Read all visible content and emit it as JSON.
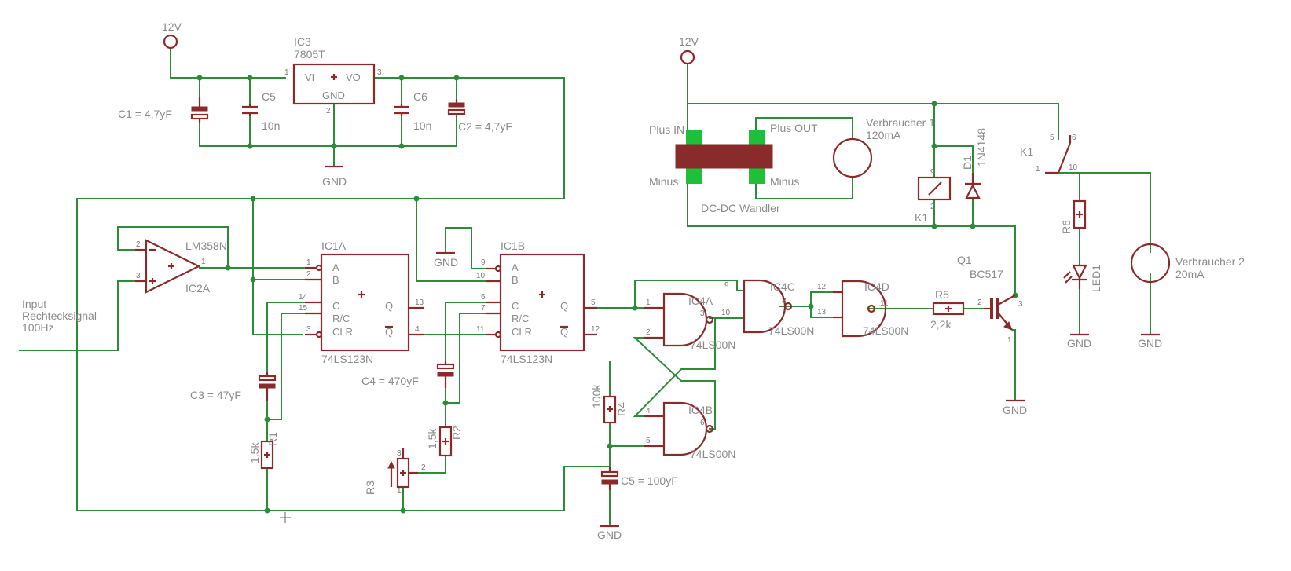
{
  "power": {
    "v12_left": "12V",
    "v12_right": "12V",
    "gnd": "GND"
  },
  "regulator": {
    "ref": "IC3",
    "part": "7805T",
    "pin_vi": "VI",
    "pin_vo": "VO",
    "pin_gnd": "GND",
    "pin1": "1",
    "pin2": "2",
    "pin3": "3"
  },
  "caps": {
    "c1": "C1 = 4,7yF",
    "c5_ref": "C5",
    "c5_val": "10n",
    "c6_ref": "C6",
    "c6_val": "10n",
    "c2": "C2 = 4,7yF",
    "c3": "C3 = 47yF",
    "c4": "C4 = 470yF",
    "c5_timer": "C5 = 100yF"
  },
  "input": {
    "line1": "Input",
    "line2": "Rechtecksignal",
    "line3": "100Hz"
  },
  "opamp": {
    "part": "LM358N",
    "ref": "IC2A",
    "pin1": "1",
    "pin2": "2",
    "pin3": "3"
  },
  "ic1a": {
    "ref": "IC1A",
    "part": "74LS123N",
    "pins": {
      "a": "A",
      "b": "B",
      "c": "C",
      "rc": "R/C",
      "clr": "CLR",
      "q": "Q",
      "qn": "Q"
    },
    "nums": {
      "p1": "1",
      "p2": "2",
      "p14": "14",
      "p15": "15",
      "p3": "3",
      "p13": "13",
      "p4": "4"
    }
  },
  "ic1b": {
    "ref": "IC1B",
    "part": "74LS123N",
    "pins": {
      "a": "A",
      "b": "B",
      "c": "C",
      "rc": "R/C",
      "clr": "CLR",
      "q": "Q",
      "qn": "Q"
    },
    "nums": {
      "p9": "9",
      "p10": "10",
      "p6": "6",
      "p7": "7",
      "p11": "11",
      "p5": "5",
      "p12": "12"
    }
  },
  "gates": {
    "ic4a": "IC4A",
    "ic4b": "IC4B",
    "ic4c": "IC4C",
    "ic4d": "IC4D",
    "part": "74LS00N",
    "nums": {
      "p1": "1",
      "p2": "2",
      "p3": "3",
      "p4": "4",
      "p5": "5",
      "p6": "6",
      "p9": "9",
      "p10": "10",
      "p8": "8",
      "p12": "12",
      "p13": "13",
      "p11": "11"
    }
  },
  "resistors": {
    "r1_ref": "R1",
    "r1_val": "1,5k",
    "r2_ref": "R2",
    "r2_val": "1,5k",
    "r3_ref": "R3",
    "r4_ref": "R4",
    "r4_val": "100k",
    "r5_ref": "R5",
    "r5_val": "2,2k",
    "r6_ref": "R6",
    "pin1": "1",
    "pin2": "2",
    "pin3": "3"
  },
  "dcdc": {
    "plus_in": "Plus IN",
    "minus_in": "Minus",
    "plus_out": "Plus OUT",
    "minus_out": "Minus",
    "name": "DC-DC Wandler"
  },
  "loads": {
    "v1_name": "Verbraucher 1",
    "v1_current": "120mA",
    "v2_name": "Verbraucher 2",
    "v2_current": "20mA"
  },
  "relay": {
    "coil_ref": "K1",
    "switch_ref": "K1",
    "pin9": "9",
    "pin2": "2",
    "pin1": "1",
    "pin5": "5",
    "pin6": "6",
    "pin10": "10"
  },
  "diode": {
    "ref": "D1",
    "part": "1N4148"
  },
  "transistor": {
    "ref": "Q1",
    "part": "BC517",
    "pin1": "1",
    "pin2": "2",
    "pin3": "3"
  },
  "led": {
    "ref": "LED1"
  }
}
